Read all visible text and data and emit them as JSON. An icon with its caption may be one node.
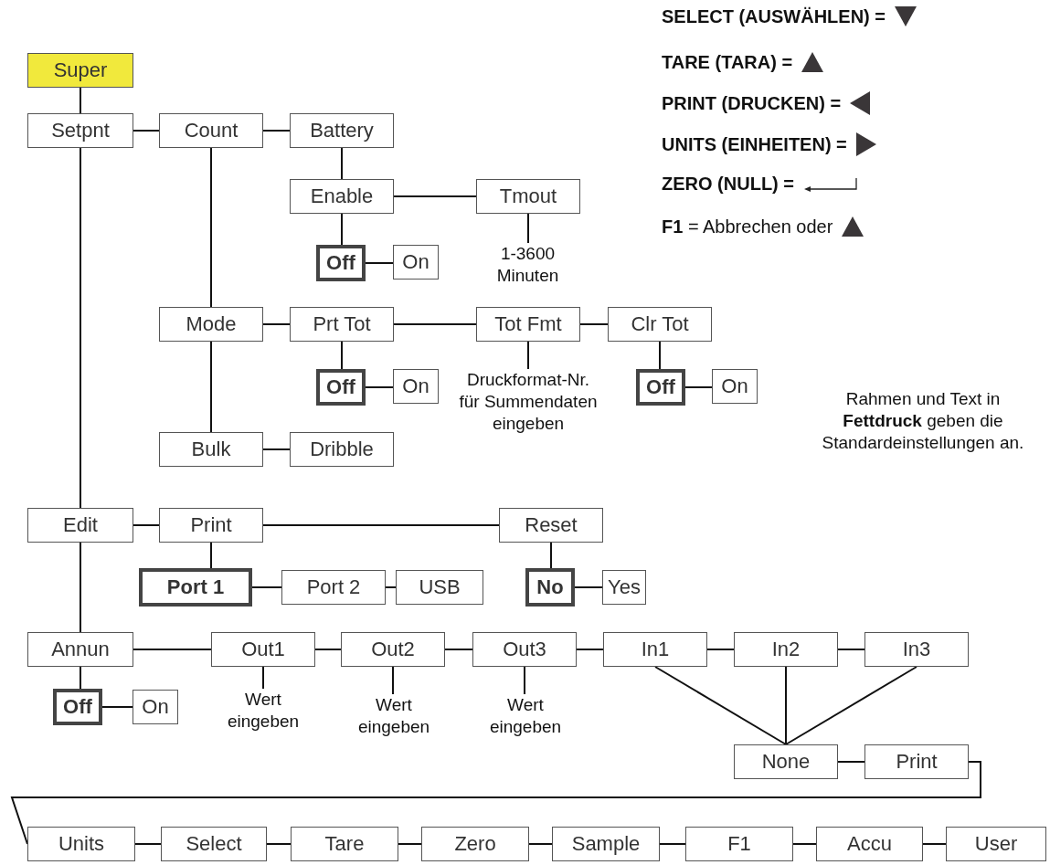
{
  "diagram": {
    "nodes": [
      {
        "text": [
          "Super"
        ]
      },
      {
        "text": [
          "Setpnt"
        ]
      },
      {
        "text": [
          "Count"
        ]
      },
      {
        "text": [
          "Battery"
        ]
      },
      {
        "text": [
          "Enable"
        ]
      },
      {
        "text": [
          "Tmout"
        ]
      },
      {
        "text": [
          "Off"
        ]
      },
      {
        "text": [
          "On"
        ]
      },
      {
        "text": [
          "1-3600 Minuten"
        ]
      },
      {
        "text": [
          "Mode"
        ]
      },
      {
        "text": [
          "Prt Tot"
        ]
      },
      {
        "text": [
          "Tot Fmt"
        ]
      },
      {
        "text": [
          "Clr Tot"
        ]
      },
      {
        "text": [
          "Off"
        ]
      },
      {
        "text": [
          "On"
        ]
      },
      {
        "text": [
          "Druckformat-Nr. für Summendaten eingeben"
        ]
      },
      {
        "text": [
          "Off"
        ]
      },
      {
        "text": [
          "On"
        ]
      },
      {
        "text": [
          "Bulk"
        ]
      },
      {
        "text": [
          "Dribble"
        ]
      },
      {
        "text": [
          "Edit"
        ]
      },
      {
        "text": [
          "Print"
        ]
      },
      {
        "text": [
          "Reset"
        ]
      },
      {
        "text": [
          "Port 1"
        ]
      },
      {
        "text": [
          "Port 2"
        ]
      },
      {
        "text": [
          "USB"
        ]
      },
      {
        "text": [
          "No"
        ]
      },
      {
        "text": [
          "Yes"
        ]
      },
      {
        "text": [
          "Annun"
        ]
      },
      {
        "text": [
          "Out1"
        ]
      },
      {
        "text": [
          "Out2"
        ]
      },
      {
        "text": [
          "Out3"
        ]
      },
      {
        "text": [
          "In1"
        ]
      },
      {
        "text": [
          "In2"
        ]
      },
      {
        "text": [
          "In3"
        ]
      },
      {
        "text": [
          "Off"
        ]
      },
      {
        "text": [
          "On"
        ]
      },
      {
        "text": [
          "Wert eingeben"
        ]
      },
      {
        "text": [
          "Wert eingeben"
        ]
      },
      {
        "text": [
          "Wert eingeben"
        ]
      },
      {
        "text": [
          "None"
        ]
      },
      {
        "text": [
          "Print"
        ]
      },
      {
        "text": [
          "Units"
        ]
      },
      {
        "text": [
          "Select"
        ]
      },
      {
        "text": [
          "Tare"
        ]
      },
      {
        "text": [
          "Zero"
        ]
      },
      {
        "text": [
          "Sample"
        ]
      },
      {
        "text": [
          "F1"
        ]
      },
      {
        "text": [
          "Accu"
        ]
      },
      {
        "text": [
          "User"
        ]
      }
    ],
    "edges": [
      {
        "from": 0,
        "to": 1,
        "arrow": "none"
      },
      {
        "from": 1,
        "to": 2,
        "arrow": "none"
      },
      {
        "from": 2,
        "to": 3,
        "arrow": "none"
      },
      {
        "from": 3,
        "to": 4,
        "arrow": "none"
      },
      {
        "from": 4,
        "to": 5,
        "arrow": "none"
      },
      {
        "from": 4,
        "to": 6,
        "arrow": "none"
      },
      {
        "from": 6,
        "to": 7,
        "arrow": "none"
      },
      {
        "from": 5,
        "to": 8,
        "arrow": "none"
      },
      {
        "from": 2,
        "to": 9,
        "arrow": "none"
      },
      {
        "from": 9,
        "to": 10,
        "arrow": "none"
      },
      {
        "from": 10,
        "to": 11,
        "arrow": "none"
      },
      {
        "from": 11,
        "to": 12,
        "arrow": "none"
      },
      {
        "from": 10,
        "to": 13,
        "arrow": "none"
      },
      {
        "from": 13,
        "to": 14,
        "arrow": "none"
      },
      {
        "from": 11,
        "to": 15,
        "arrow": "none"
      },
      {
        "from": 12,
        "to": 16,
        "arrow": "none"
      },
      {
        "from": 16,
        "to": 17,
        "arrow": "none"
      },
      {
        "from": 9,
        "to": 18,
        "arrow": "none"
      },
      {
        "from": 18,
        "to": 19,
        "arrow": "none"
      },
      {
        "from": 1,
        "to": 20,
        "arrow": "none"
      },
      {
        "from": 20,
        "to": 21,
        "arrow": "none"
      },
      {
        "from": 21,
        "to": 22,
        "arrow": "none"
      },
      {
        "from": 21,
        "to": 23,
        "arrow": "none"
      },
      {
        "from": 23,
        "to": 24,
        "arrow": "none"
      },
      {
        "from": 24,
        "to": 25,
        "arrow": "none"
      },
      {
        "from": 22,
        "to": 26,
        "arrow": "none"
      },
      {
        "from": 26,
        "to": 27,
        "arrow": "none"
      },
      {
        "from": 20,
        "to": 28,
        "arrow": "none"
      },
      {
        "from": 28,
        "to": 29,
        "arrow": "none"
      },
      {
        "from": 29,
        "to": 30,
        "arrow": "none"
      },
      {
        "from": 30,
        "to": 31,
        "arrow": "none"
      },
      {
        "from": 31,
        "to": 32,
        "arrow": "none"
      },
      {
        "from": 32,
        "to": 33,
        "arrow": "none"
      },
      {
        "from": 33,
        "to": 34,
        "arrow": "none"
      },
      {
        "from": 28,
        "to": 35,
        "arrow": "none"
      },
      {
        "from": 35,
        "to": 36,
        "arrow": "none"
      },
      {
        "from": 29,
        "to": 37,
        "arrow": "none"
      },
      {
        "from": 30,
        "to": 38,
        "arrow": "none"
      },
      {
        "from": 31,
        "to": 39,
        "arrow": "none"
      },
      {
        "from": 32,
        "to": 40,
        "arrow": "none"
      },
      {
        "from": 33,
        "to": 40,
        "arrow": "none"
      },
      {
        "from": 34,
        "to": 40,
        "arrow": "none"
      },
      {
        "from": 40,
        "to": 41,
        "arrow": "none"
      },
      {
        "from": 41,
        "to": 42,
        "arrow": "none"
      },
      {
        "from": 42,
        "to": 43,
        "arrow": "none"
      },
      {
        "from": 43,
        "to": 44,
        "arrow": "none"
      },
      {
        "from": 44,
        "to": 45,
        "arrow": "none"
      },
      {
        "from": 45,
        "to": 46,
        "arrow": "none"
      },
      {
        "from": 46,
        "to": 47,
        "arrow": "none"
      },
      {
        "from": 47,
        "to": 48,
        "arrow": "none"
      },
      {
        "from": 48,
        "to": 49,
        "arrow": "none"
      }
    ],
    "labels": [
      "Rahmen und Text in **Fettdruck** geben die Standardeinstellungen an."
    ],
    "legend": [
      {
        "text": "SELECT (AUSWÄHLEN) ="
      },
      {
        "text": "TARE (TARA) ="
      },
      {
        "text": "PRINT (DRUCKEN) ="
      },
      {
        "text": "UNITS (EINHEITEN) ="
      },
      {
        "text": "ZERO (NULL) ="
      },
      {
        "text": "**F1** = Abbrechen oder"
      }
    ]
  }
}
